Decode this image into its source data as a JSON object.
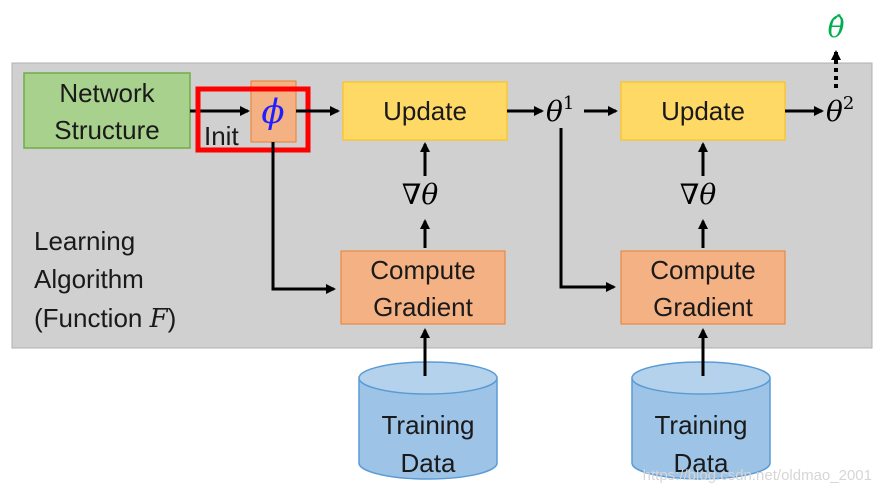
{
  "network_structure": {
    "line1": "Network",
    "line2": "Structure"
  },
  "phi": "ϕ",
  "init_label": "Init",
  "update_1": "Update",
  "update_2": "Update",
  "theta_1": {
    "base": "θ",
    "sup": "1"
  },
  "theta_2": {
    "base": "θ",
    "sup": "2"
  },
  "theta_hat": "θ̂",
  "grad_1": "∇θ",
  "grad_2": "∇θ",
  "compute_1": {
    "line1": "Compute",
    "line2": "Gradient"
  },
  "compute_2": {
    "line1": "Compute",
    "line2": "Gradient"
  },
  "training_1": {
    "line1": "Training",
    "line2": "Data"
  },
  "training_2": {
    "line1": "Training",
    "line2": "Data"
  },
  "learning_algorithm": {
    "line1": "Learning",
    "line2": "Algorithm",
    "line3_prefix": "(Function ",
    "line3_var": "F",
    "line3_suffix": ")"
  },
  "watermark": "https://blog.csdn.net/oldmao_2001",
  "colors": {
    "panel": "#d0d0d0",
    "network_fill": "#a9d18e",
    "update_fill": "#ffd966",
    "compute_fill": "#f4b183",
    "cylinder_fill": "#9dc3e6",
    "highlight": "#ff0000",
    "phi": "#1f1fff",
    "theta_hat": "#00b050"
  }
}
